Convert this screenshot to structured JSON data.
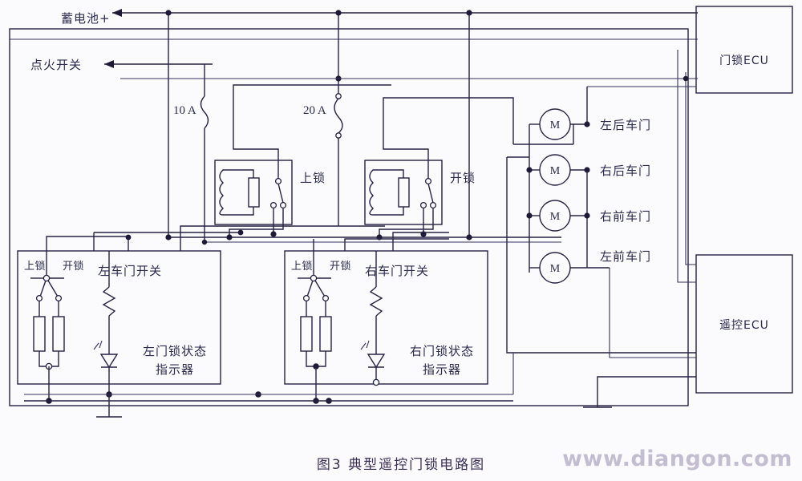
{
  "figure": {
    "caption": "图3   典型遥控门锁电路图",
    "watermark": "www.diangon.com"
  },
  "power": {
    "battery_label": "蓄电池+",
    "ignition_label": "点火开关",
    "fuses": [
      {
        "rating": "10 A"
      },
      {
        "rating": "20 A"
      }
    ]
  },
  "relays": [
    {
      "name": "上锁"
    },
    {
      "name": "开锁"
    }
  ],
  "motors": [
    {
      "symbol": "M",
      "label": "左后车门"
    },
    {
      "symbol": "M",
      "label": "右后车门"
    },
    {
      "symbol": "M",
      "label": "右前车门"
    },
    {
      "symbol": "M",
      "label": "左前车门"
    }
  ],
  "door_switches": [
    {
      "title": "左车门开关",
      "lock_label": "上锁",
      "unlock_label": "开锁",
      "indicator_label_1": "左门锁状态",
      "indicator_label_2": "指示器"
    },
    {
      "title": "右车门开关",
      "lock_label": "上锁",
      "unlock_label": "开锁",
      "indicator_label_1": "右门锁状态",
      "indicator_label_2": "指示器"
    }
  ],
  "ecus": [
    {
      "label": "门锁ECU"
    },
    {
      "label": "遥控ECU"
    }
  ],
  "colors": {
    "wire": "#262244",
    "text": "#2c2a4e",
    "background": "#fbfbfd",
    "watermark": "#b9b3c9"
  }
}
